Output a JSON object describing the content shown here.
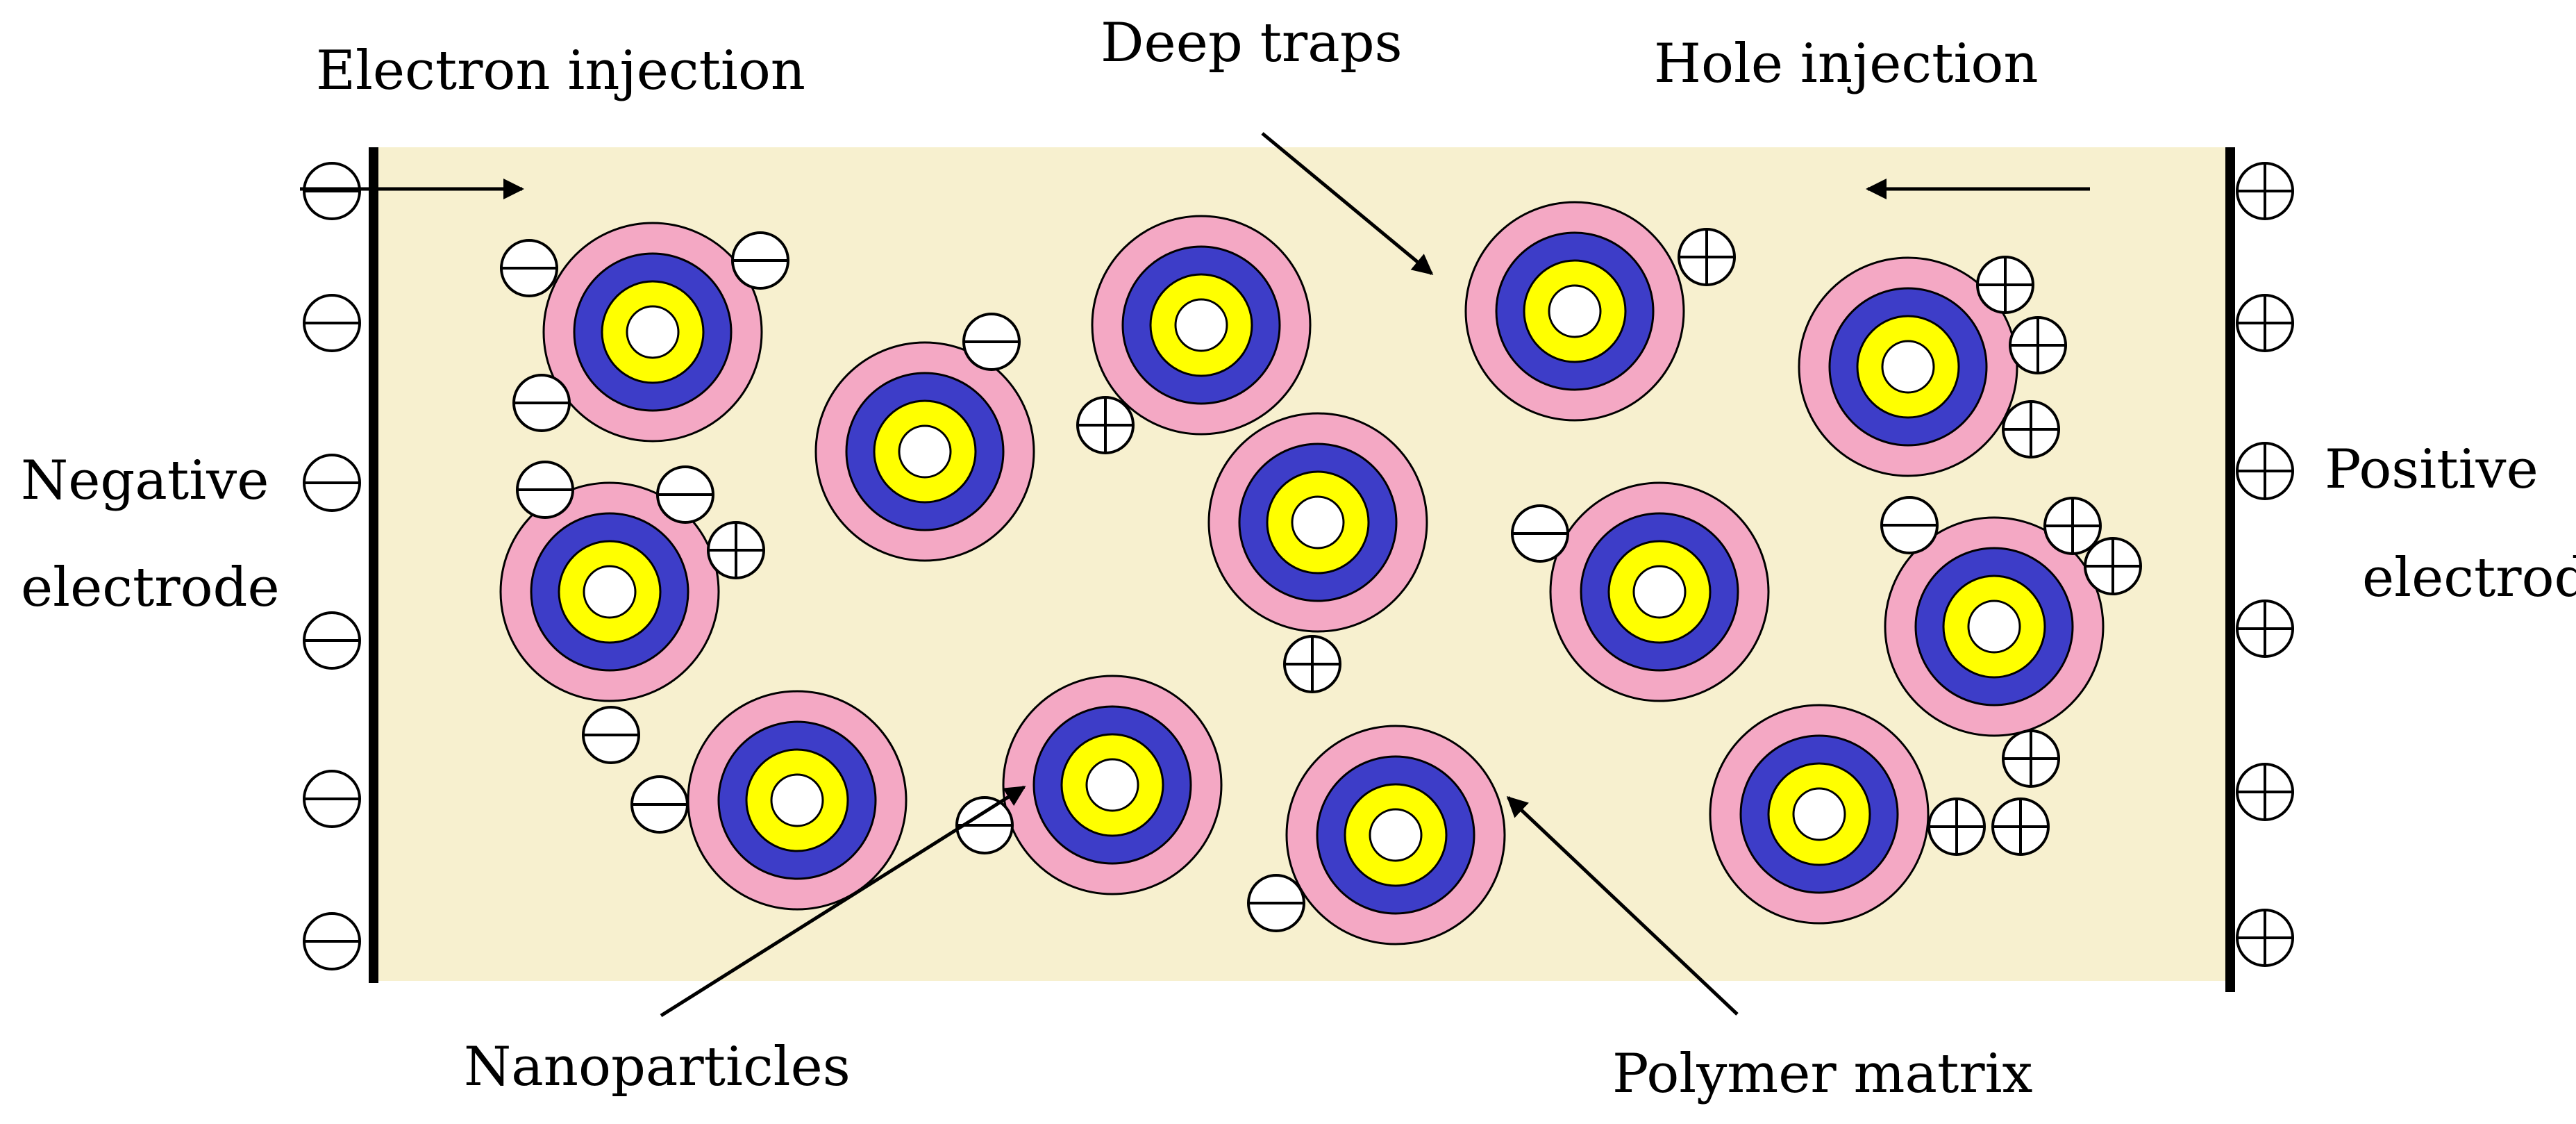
{
  "labels": {
    "electron_injection": "Electron injection",
    "deep_traps": "Deep traps",
    "hole_injection": "Hole injection",
    "negative_line1": "Negative",
    "negative_line2": "electrode",
    "positive_line1": "Positive",
    "positive_line2": "electrode",
    "nanoparticles": "Nanoparticles",
    "polymer_matrix": "Polymer matrix"
  },
  "colors": {
    "background": "#ffffff",
    "matrix": "#f7f0cf",
    "shell_outer": "#f4a8c4",
    "shell_blue": "#3d3dc8",
    "shell_yellow": "#ffff00",
    "core": "#ffffff",
    "line": "#000000"
  },
  "charges": {
    "negative_symbol": "electron (minus-in-circle)",
    "positive_symbol": "hole (plus-in-circle)"
  }
}
